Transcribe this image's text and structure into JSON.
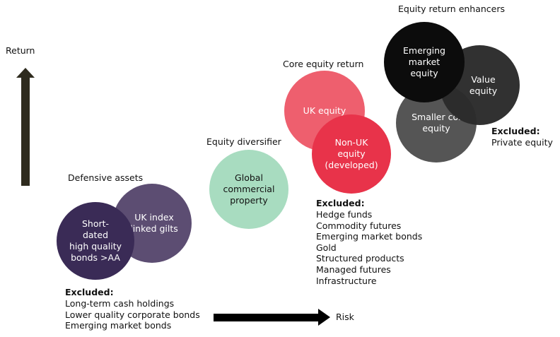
{
  "axes": {
    "return_label": "Return",
    "risk_label": "Risk"
  },
  "colors": {
    "short_dated": "#3a2b56",
    "uk_gilts": "#5c4d72",
    "property": "#a8dcc0",
    "uk_equity": "#ee5f6e",
    "non_uk": "#e8334a",
    "emerging": "#0c0c0c",
    "value": "#2b2b2b",
    "smaller": "#555555",
    "return_arrow": "#2e2b1e"
  },
  "groups": {
    "defensive": {
      "title": "Defensive assets",
      "circles": {
        "uk_gilts": "UK index\nlinked gilts",
        "short_dated": "Short-\ndated\nhigh quality\nbonds >AA"
      },
      "excluded_title": "Excluded:",
      "excluded": [
        "Long-term cash holdings",
        "Lower quality corporate bonds",
        "Emerging market bonds"
      ]
    },
    "diversifier": {
      "title": "Equity diversifier",
      "circles": {
        "property": "Global\ncommercial\nproperty"
      }
    },
    "core": {
      "title": "Core equity return",
      "circles": {
        "uk_equity": "UK equity",
        "non_uk": "Non-UK\nequity\n(developed)"
      },
      "excluded_title": "Excluded:",
      "excluded": [
        "Hedge funds",
        "Commodity futures",
        "Emerging market bonds",
        "Gold",
        "Structured products",
        "Managed futures",
        "Infrastructure"
      ]
    },
    "enhancers": {
      "title": "Equity return enhancers",
      "circles": {
        "smaller": "Smaller co.\nequity",
        "value": "Value\nequity",
        "emerging": "Emerging\nmarket\nequity"
      },
      "excluded_title": "Excluded:",
      "excluded": [
        "Private equity"
      ]
    }
  }
}
